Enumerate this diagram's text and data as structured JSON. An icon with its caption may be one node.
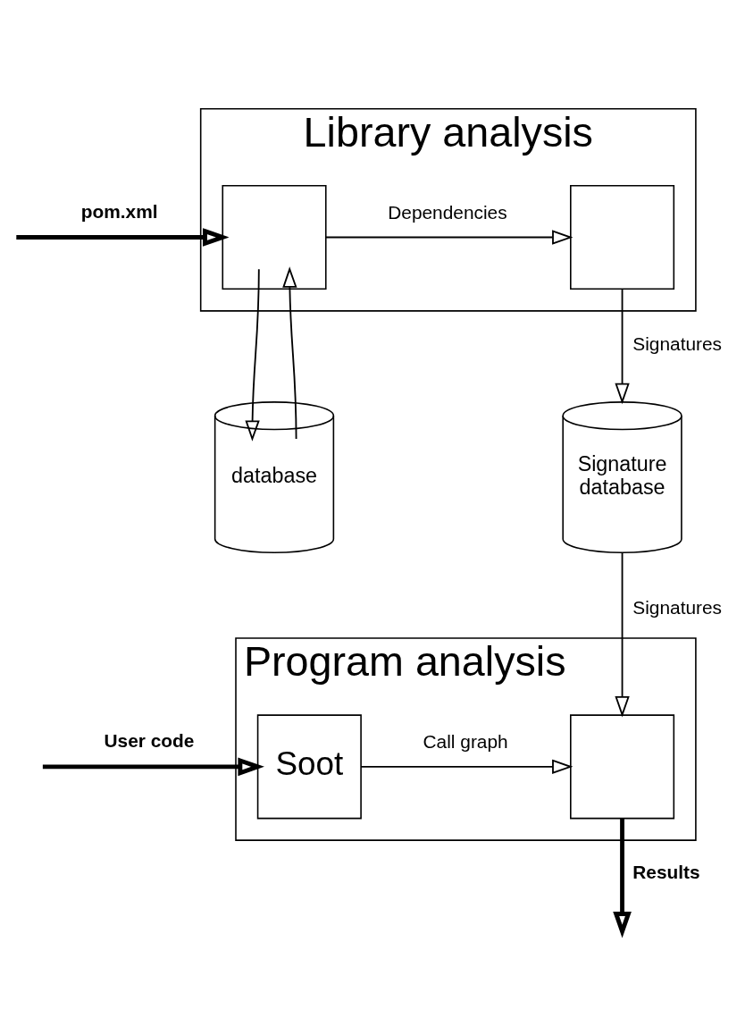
{
  "diagram": {
    "nodes": [
      {
        "text": [
          "Library analysis"
        ]
      },
      {
        "text": [],
        "shape": "box",
        "in": 0
      },
      {
        "text": [],
        "shape": "box",
        "in": 0
      },
      {
        "text": [
          "database"
        ]
      },
      {
        "text": [
          "Signature database"
        ]
      },
      {
        "text": [
          "Program analysis"
        ]
      },
      {
        "text": [
          "Soot"
        ],
        "in": 5
      },
      {
        "text": [],
        "shape": "box",
        "in": 5
      }
    ],
    "edges": [
      {
        "from": null,
        "to": 1,
        "arrow": "to",
        "label": "pom.xml",
        "style": "thick"
      },
      {
        "from": 1,
        "to": 2,
        "arrow": "to",
        "label": "Dependencies"
      },
      {
        "from": 1,
        "to": 3,
        "arrow": "to"
      },
      {
        "from": 3,
        "to": 1,
        "arrow": "to"
      },
      {
        "from": 2,
        "to": 4,
        "arrow": "to",
        "label": "Signatures"
      },
      {
        "from": 4,
        "to": 7,
        "arrow": "to",
        "label": "Signatures"
      },
      {
        "from": null,
        "to": 6,
        "arrow": "to",
        "label": "User code",
        "style": "thick"
      },
      {
        "from": 6,
        "to": 7,
        "arrow": "to",
        "label": "Call graph"
      },
      {
        "from": 7,
        "to": null,
        "arrow": "to",
        "label": "Results",
        "style": "thick"
      }
    ]
  }
}
